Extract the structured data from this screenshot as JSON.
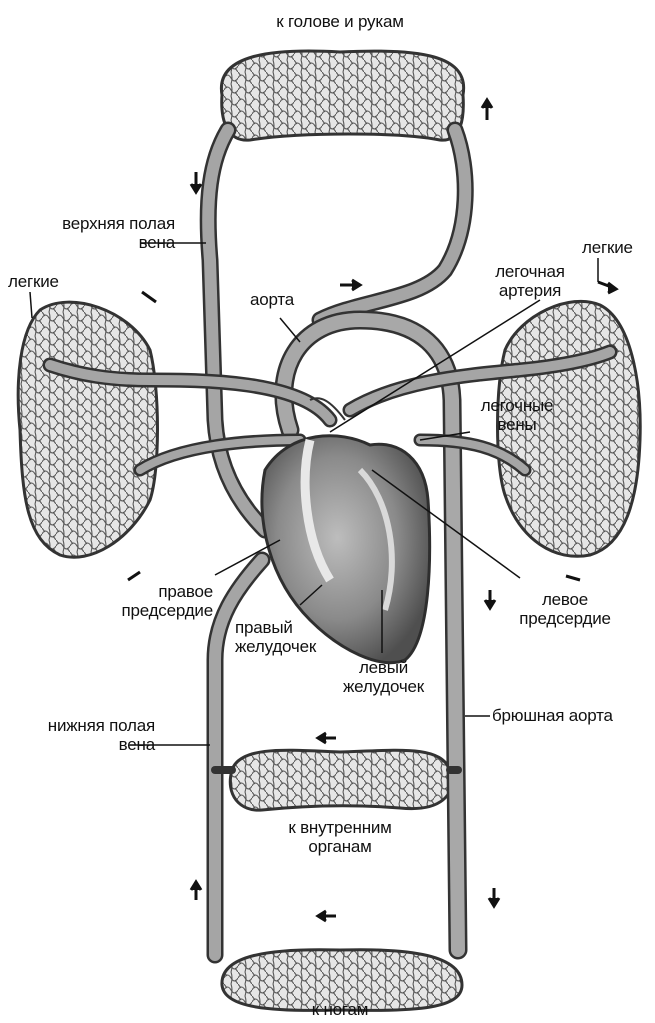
{
  "labels": {
    "to_head_arms": "к голове и рукам",
    "superior_vena_cava": [
      "верхняя полая",
      "вена"
    ],
    "lungs_left": "легкие",
    "lungs_right": "легкие",
    "aorta": "аорта",
    "pulmonary_artery": [
      "легочная",
      "артерия"
    ],
    "pulmonary_veins": [
      "легочные",
      "вены"
    ],
    "right_atrium": [
      "правое",
      "предсердие"
    ],
    "right_ventricle": [
      "правый",
      "желудочек"
    ],
    "left_ventricle": [
      "левый",
      "желудочек"
    ],
    "left_atrium": [
      "левое",
      "предсердие"
    ],
    "inferior_vena_cava": [
      "нижняя полая",
      "вена"
    ],
    "abdominal_aorta": "брюшная аорта",
    "to_internal_organs": [
      "к внутренним",
      "органам"
    ],
    "to_legs": "к ногам"
  },
  "colors": {
    "vessel_fill": "#9a9a9a",
    "vessel_edge": "#3a3a3a",
    "capillary_bed": "#d8d8d8",
    "heart_fill": "#7d7d7d"
  }
}
